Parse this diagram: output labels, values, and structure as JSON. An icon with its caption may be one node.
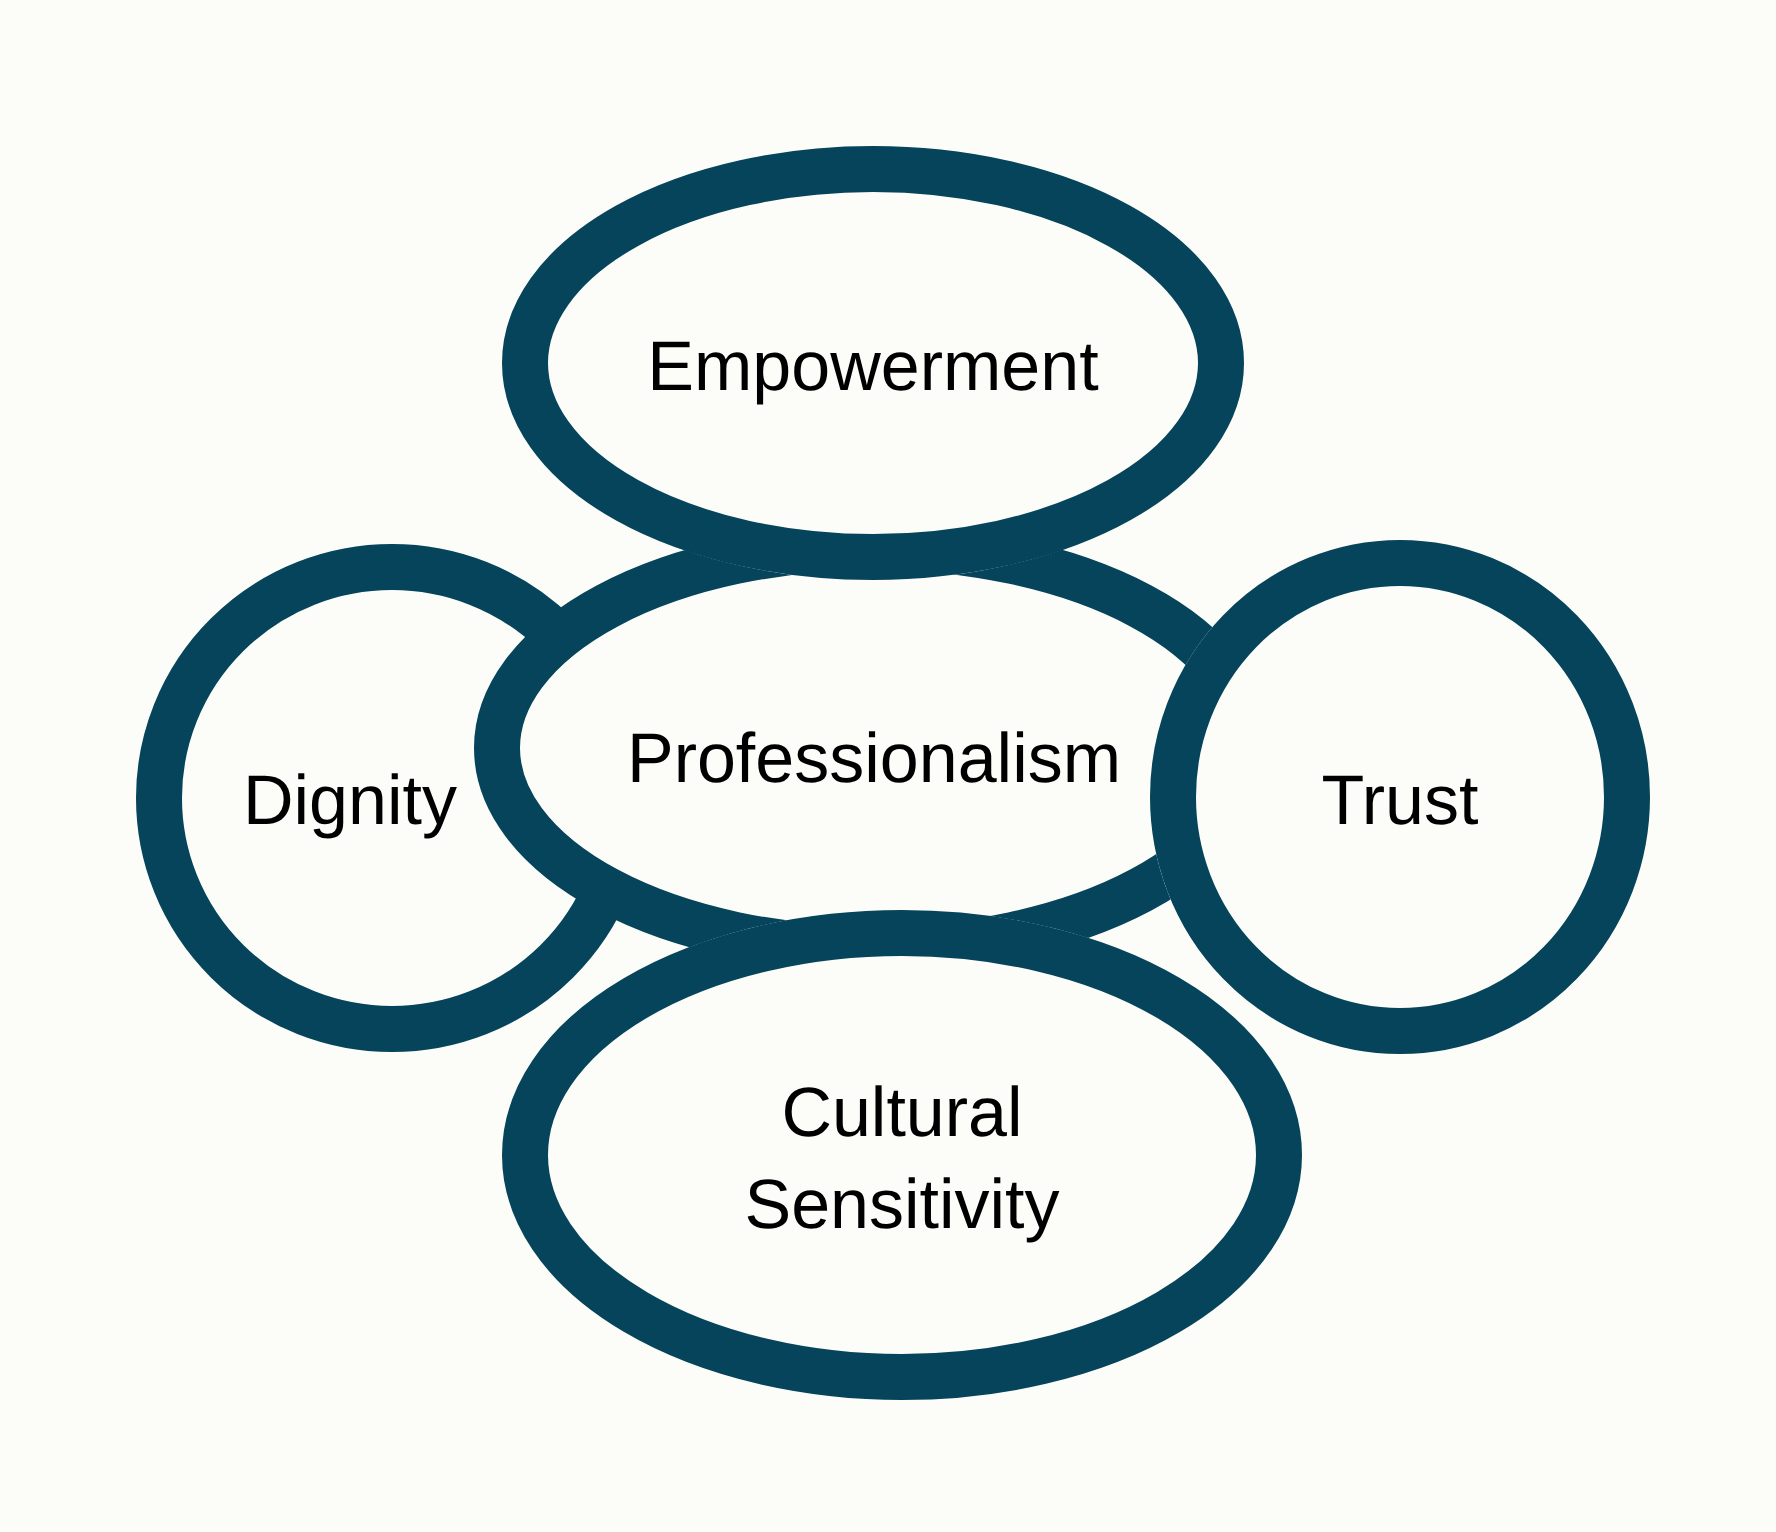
{
  "diagram": {
    "nodes": [
      {
        "text": [
          "Empowerment"
        ]
      },
      {
        "text": [
          "Dignity"
        ]
      },
      {
        "text": [
          "Professionalism"
        ]
      },
      {
        "text": [
          "Trust"
        ]
      },
      {
        "text": [
          "Cultural Sensitivity"
        ]
      }
    ]
  }
}
